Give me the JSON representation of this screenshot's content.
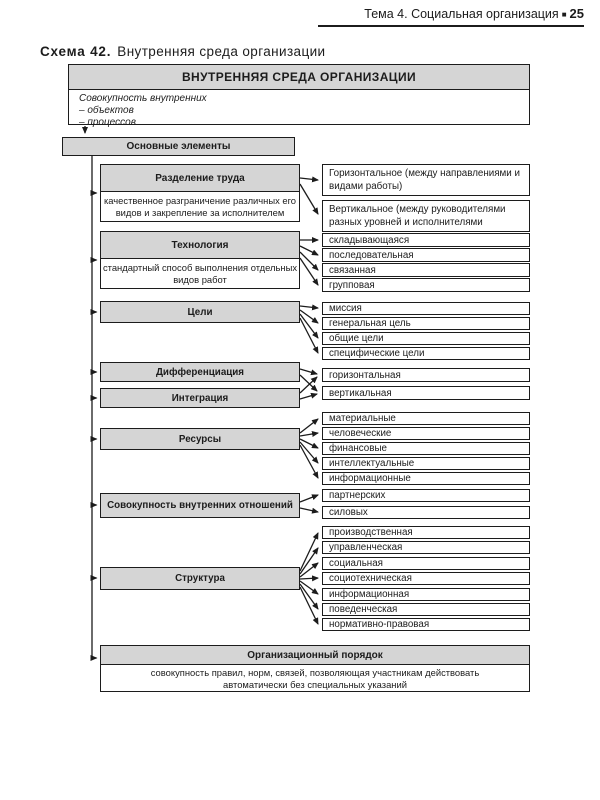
{
  "page_header": {
    "chapter": "Тема 4. Социальная организация",
    "separator": "■",
    "page": "25"
  },
  "title": {
    "prefix": "Схема 42.",
    "text": "Внутренняя среда организации"
  },
  "root": {
    "title": "ВНУТРЕННЯЯ СРЕДА ОРГАНИЗАЦИИ",
    "subtitle": "Совокупность внутренних",
    "bullets": [
      "– объектов",
      "– процессов"
    ]
  },
  "main_elements": {
    "label": "Основные элементы"
  },
  "sections": [
    {
      "title": "Разделение труда",
      "description": "качественное разграничение различных его видов и закрепление за исполнителем",
      "items": [
        "Горизонтальное (между направлениями и видами работы)",
        "Вертикальное (между руководителями разных уровней и исполнителями"
      ]
    },
    {
      "title": "Технология",
      "description": "стандартный способ выполнения отдельных видов работ",
      "items": [
        "складывающаяся",
        "последовательная",
        "связанная",
        "групповая"
      ]
    },
    {
      "title": "Цели",
      "items": [
        "миссия",
        "генеральная цель",
        "общие цели",
        "специфические цели"
      ]
    },
    {
      "title": "Дифференциация",
      "items": [
        "горизонтальная",
        "вертикальная"
      ]
    },
    {
      "title": "Интеграция",
      "items": []
    },
    {
      "title": "Ресурсы",
      "items": [
        "материальные",
        "человеческие",
        "финансовые",
        "интеллектуальные",
        "информационные"
      ]
    },
    {
      "title": "Совокупность внутренних отношений",
      "items": [
        "партнерских",
        "силовых"
      ]
    },
    {
      "title": "Структура",
      "items": [
        "производственная",
        "управленческая",
        "социальная",
        "социотехническая",
        "информационная",
        "поведенческая",
        "нормативно-правовая"
      ]
    },
    {
      "title": "Организационный порядок",
      "description": "совокупность правил, норм, связей, позволяющая участникам действовать автоматически без специальных указаний"
    }
  ],
  "colors": {
    "box_header_bg": "#d5d5d5",
    "border": "#1c1c1c"
  }
}
